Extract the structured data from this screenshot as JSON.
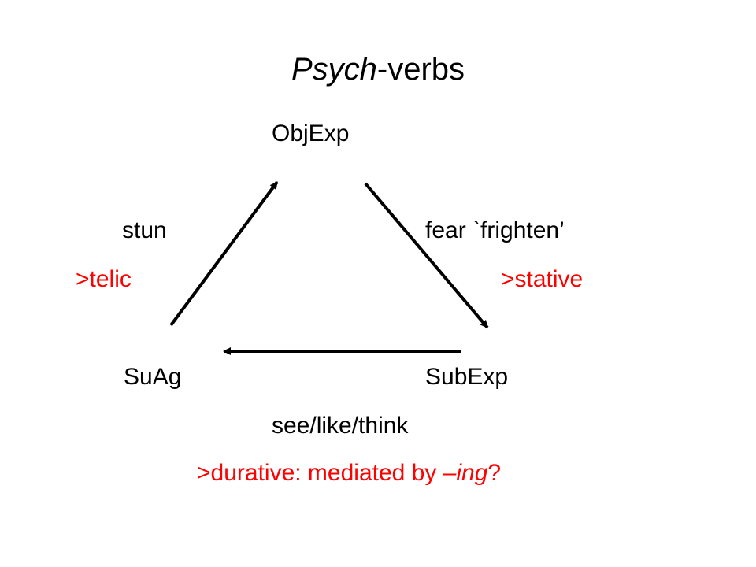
{
  "title": {
    "italic": "Psych",
    "rest": "-verbs"
  },
  "nodes": {
    "top": "ObjExp",
    "bottom_left": "SuAg",
    "bottom_right": "SubExp"
  },
  "left_edge": {
    "verb": "stun",
    "property": ">telic"
  },
  "right_edge": {
    "verb": "fear `frighten’",
    "property": ">stative"
  },
  "bottom_edge": {
    "verb": "see/like/think",
    "property_prefix": ">durative: mediated by ",
    "property_italic": "–ing",
    "property_suffix": "?"
  },
  "colors": {
    "text": "#000000",
    "highlight": "#ff0000",
    "arrow": "#000000"
  }
}
